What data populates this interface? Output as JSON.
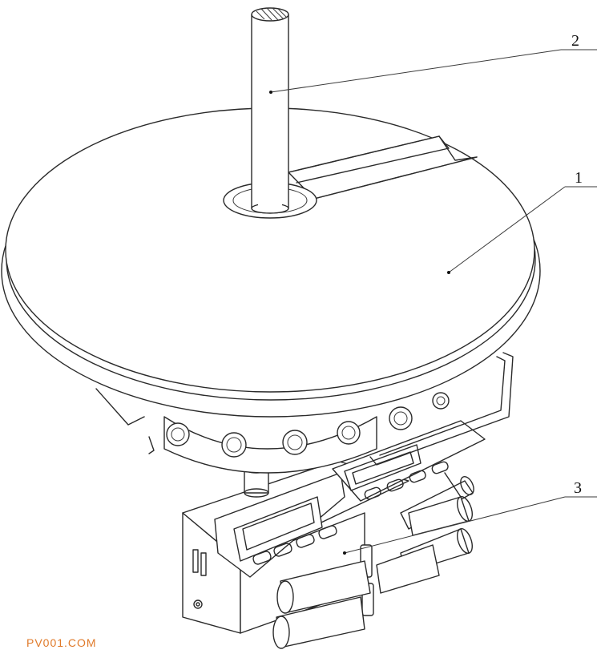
{
  "labels": [
    {
      "id": "label-1",
      "text": "1"
    },
    {
      "id": "label-2",
      "text": "2"
    },
    {
      "id": "label-3",
      "text": "3"
    }
  ],
  "watermark": {
    "text": "PV001.COM",
    "color": "#e07a2a"
  },
  "colors": {
    "line": "#2a2a2a",
    "background": "#ffffff"
  }
}
